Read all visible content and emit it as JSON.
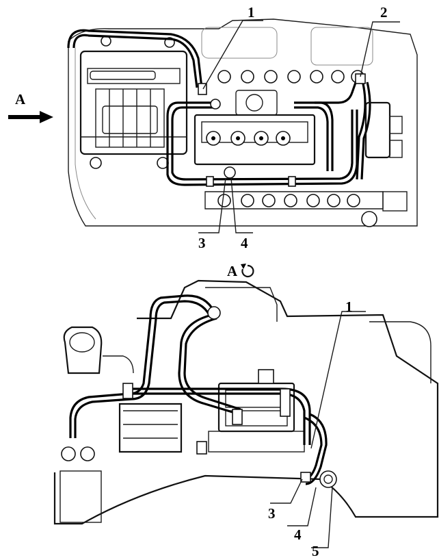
{
  "top_view": {
    "direction_label": "A",
    "callouts": [
      "1",
      "2",
      "3",
      "4"
    ]
  },
  "bottom_view": {
    "title": "A",
    "rotation_icon": "rotate-ccw-icon",
    "callouts": [
      "1",
      "3",
      "4",
      "5"
    ]
  }
}
